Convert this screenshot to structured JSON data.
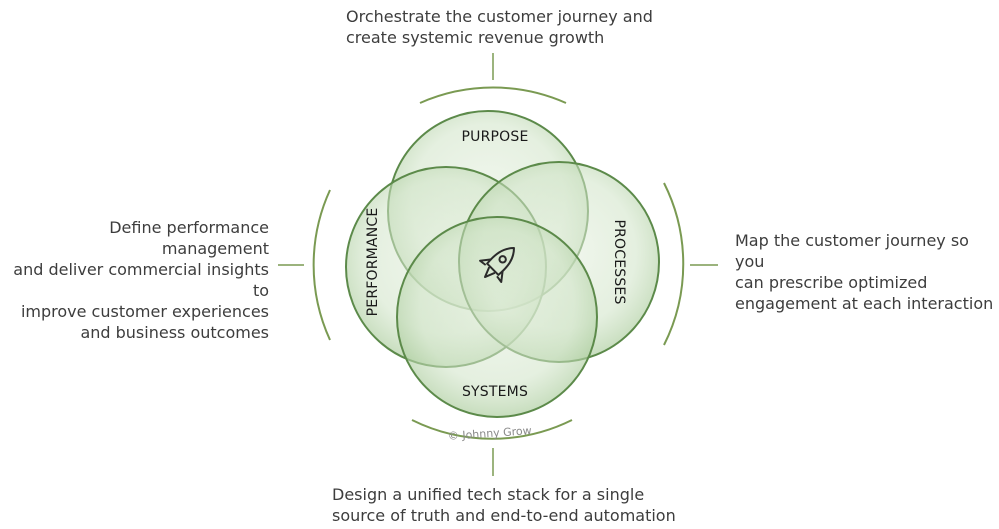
{
  "diagram": {
    "circles": {
      "top": "PURPOSE",
      "left": "PERFORMANCE",
      "right": "PROCESSES",
      "bottom": "SYSTEMS"
    },
    "center_icon": "rocket-icon",
    "captions": {
      "top": "Orchestrate the customer journey and\ncreate systemic revenue growth",
      "left": "Define performance management\nand deliver commercial insights to\nimprove customer experiences\nand business outcomes",
      "right": "Map the customer journey so you\ncan prescribe optimized\nengagement at each interaction",
      "bottom": "Design a unified tech stack for a single\nsource of truth and end-to-end automation"
    },
    "copyright": "© Johnny Grow",
    "colors": {
      "circle_fill": "#cfe3c6",
      "circle_stroke": "#5c8a4a",
      "connector": "#7a9a52",
      "caption_text": "#3d3d3d"
    }
  }
}
